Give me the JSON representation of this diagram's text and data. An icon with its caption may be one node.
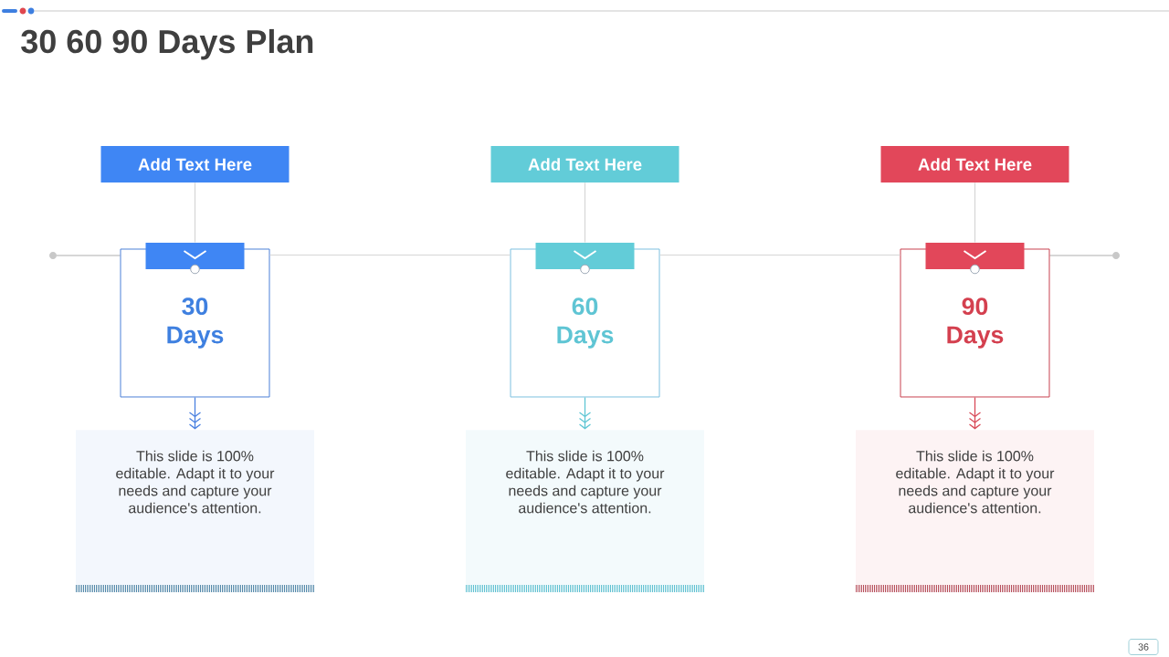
{
  "diagram": {
    "title": "30 60 90 Days Plan",
    "nodes": [
      {
        "text": [
          "Add Text Here"
        ]
      },
      {
        "text": [
          "30 Days"
        ]
      },
      {
        "text": [
          "This slide is 100% editable. Adapt it to your needs and capture your audience's attention."
        ]
      },
      {
        "text": [
          "Add Text Here"
        ]
      },
      {
        "text": [
          "60 Days"
        ]
      },
      {
        "text": [
          "This slide is 100% editable. Adapt it to your needs and capture your audience's attention."
        ]
      },
      {
        "text": [
          "Add Text Here"
        ]
      },
      {
        "text": [
          "90 Days"
        ]
      },
      {
        "text": [
          "This slide is 100% editable. Adapt it to your needs and capture your audience's attention."
        ]
      }
    ],
    "edges": [
      {
        "from": 0,
        "to": 1,
        "arrow": "none"
      },
      {
        "from": 1,
        "to": 2,
        "arrow": "to",
        "color": "#4a80e0"
      },
      {
        "from": 3,
        "to": 4,
        "arrow": "none"
      },
      {
        "from": 4,
        "to": 5,
        "arrow": "to",
        "color": "#5fc6d4"
      },
      {
        "from": 6,
        "to": 7,
        "arrow": "none"
      },
      {
        "from": 7,
        "to": 8,
        "arrow": "to",
        "color": "#d84a58"
      },
      {
        "from": 1,
        "to": 4,
        "arrow": "none"
      },
      {
        "from": 4,
        "to": 7,
        "arrow": "none"
      }
    ],
    "labels": [
      "36"
    ]
  }
}
